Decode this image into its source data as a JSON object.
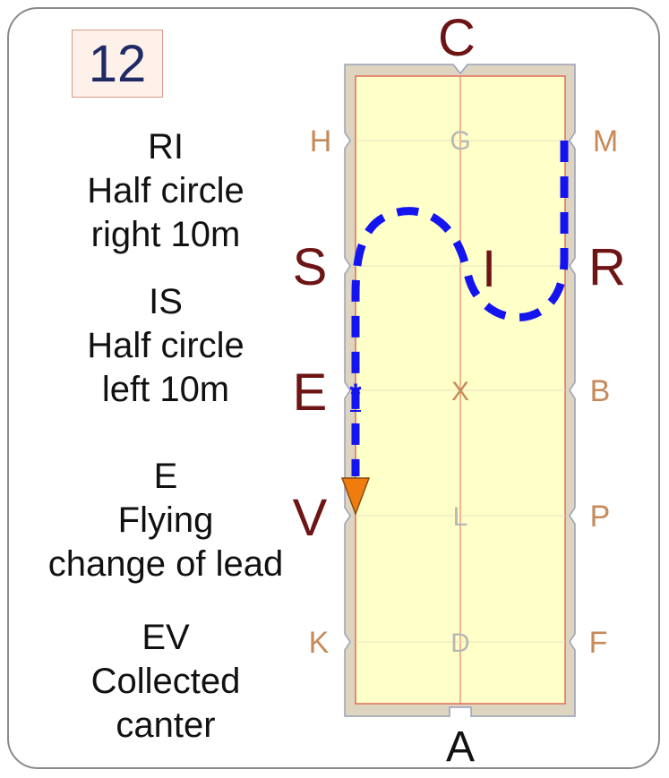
{
  "test_number": "12",
  "movements": [
    {
      "lines": [
        "RI",
        "Half circle",
        "right 10m"
      ]
    },
    {
      "lines": [
        "IS",
        "Half circle",
        "left 10m"
      ]
    },
    {
      "lines": [
        "E",
        "Flying",
        "change of lead"
      ]
    },
    {
      "lines": [
        "EV",
        "Collected",
        "canter"
      ]
    }
  ],
  "arena": {
    "top_letter": "C",
    "bottom_letter": "A",
    "left_letters": [
      "H",
      "S",
      "E",
      "V",
      "K"
    ],
    "right_letters": [
      "M",
      "R",
      "B",
      "P",
      "F"
    ],
    "center_letters": [
      "G",
      "I",
      "X",
      "L",
      "D"
    ],
    "transition_marker": "*"
  },
  "colors": {
    "path": "#1414f0",
    "arena_fill": "#ffffc8",
    "arena_border": "#ddd5c0",
    "end_marker": "#f07c10",
    "major_letter": "#6d1414",
    "side_letter": "#c68a5a",
    "center_letter": "#b7b7b7"
  }
}
